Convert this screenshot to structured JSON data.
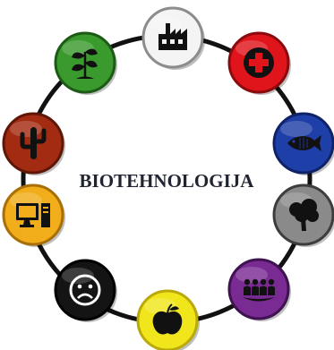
{
  "title": "BIOTEHNOLOGIJA",
  "ring_color": "#111111",
  "nodes": [
    {
      "id": "industry",
      "icon": "factory-icon",
      "fill": "#f4f4f4",
      "stroke": "#8c8c8c",
      "glyph": "#111111"
    },
    {
      "id": "medical",
      "icon": "medical-cross-icon",
      "fill": "#e0141b",
      "stroke": "#8a0a0e",
      "glyph": "#111111"
    },
    {
      "id": "marine",
      "icon": "fish-icon",
      "fill": "#1f3fa8",
      "stroke": "#0f2268",
      "glyph": "#111111"
    },
    {
      "id": "forest",
      "icon": "tree-icon",
      "fill": "#8a8a8a",
      "stroke": "#3d3d3d",
      "glyph": "#111111"
    },
    {
      "id": "society",
      "icon": "people-meeting-icon",
      "fill": "#7a2a93",
      "stroke": "#3f1250",
      "glyph": "#111111"
    },
    {
      "id": "food",
      "icon": "apple-icon",
      "fill": "#f1e61c",
      "stroke": "#b9a90a",
      "glyph": "#111111"
    },
    {
      "id": "ethics",
      "icon": "sad-face-icon",
      "fill": "#141414",
      "stroke": "#000000",
      "glyph": "#ffffff"
    },
    {
      "id": "computing",
      "icon": "computer-icon",
      "fill": "#f2ad1a",
      "stroke": "#a86f06",
      "glyph": "#111111"
    },
    {
      "id": "desert",
      "icon": "cactus-icon",
      "fill": "#a32b12",
      "stroke": "#5e1707",
      "glyph": "#111111"
    },
    {
      "id": "plant",
      "icon": "plant-sprout-icon",
      "fill": "#3a9a2d",
      "stroke": "#1d5a16",
      "glyph": "#111111"
    }
  ]
}
